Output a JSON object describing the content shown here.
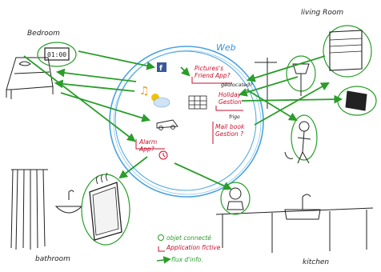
{
  "rooms": {
    "bedroom": "Bedroom",
    "living_room": "living Room",
    "bathroom": "bathroom",
    "kitchen": "kitchen"
  },
  "web_label": "Web",
  "clock_display": "01:00",
  "apps": {
    "pictures": [
      "Pictures's",
      "Friend App?"
    ],
    "geolocated": "géolocated?",
    "holiday": [
      "Holiday",
      "Gestion"
    ],
    "fridge_label": "frigo",
    "mail": [
      "Mail",
      "book",
      "Gestion ?"
    ],
    "alarm": [
      "Alarm",
      "App?"
    ]
  },
  "legend": {
    "connected": "objet connecté",
    "fictive": "Application fictive",
    "flux": "flux d'info."
  },
  "colors": {
    "arrow": "#2a9d2a",
    "circle": "#4aa3df",
    "app": "#c8102e",
    "ink": "#222222"
  }
}
